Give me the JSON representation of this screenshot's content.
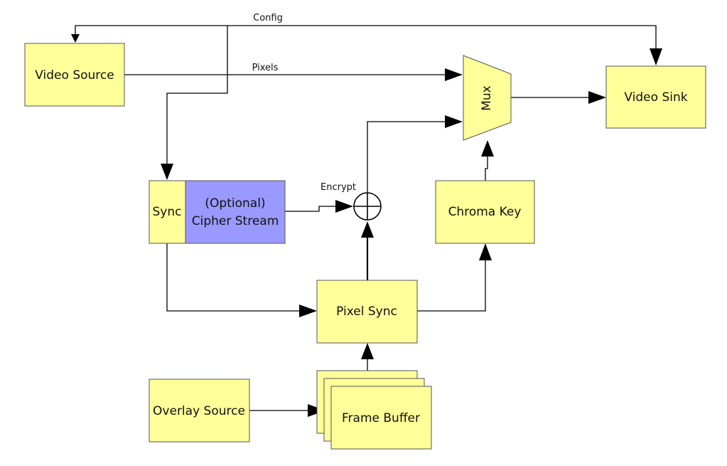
{
  "colors": {
    "block_fill": "#ffff99",
    "cipher_fill": "#9999ff",
    "wire": "#000000"
  },
  "blocks": {
    "video_source": "Video Source",
    "video_sink": "Video Sink",
    "mux": "Mux",
    "sync": "Sync",
    "cipher_line1": "(Optional)",
    "cipher_line2": "Cipher Stream",
    "chroma_key": "Chroma Key",
    "pixel_sync": "Pixel Sync",
    "overlay_source": "Overlay Source",
    "frame_buffer": "Frame Buffer"
  },
  "signals": {
    "config": "Config",
    "pixels": "Pixels",
    "encrypt": "Encrypt"
  },
  "icons": {
    "xor": "xor-icon"
  }
}
